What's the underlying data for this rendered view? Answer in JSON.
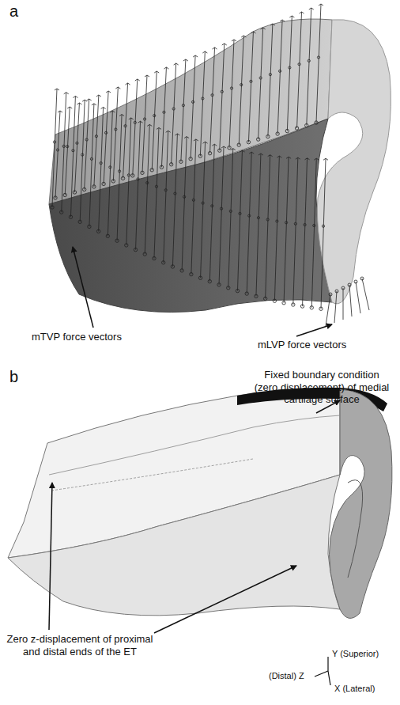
{
  "diagram": {
    "labels": [
      "a",
      "mTVP force vectors",
      "mLVP force vectors",
      "b",
      "Fixed boundary condition (zero displacement) of medial cartilage surface",
      "Zero z-displacement of proximal and distal ends of the ET",
      "(Distal) Z",
      "Y (Superior)",
      "X (Lateral)"
    ]
  }
}
